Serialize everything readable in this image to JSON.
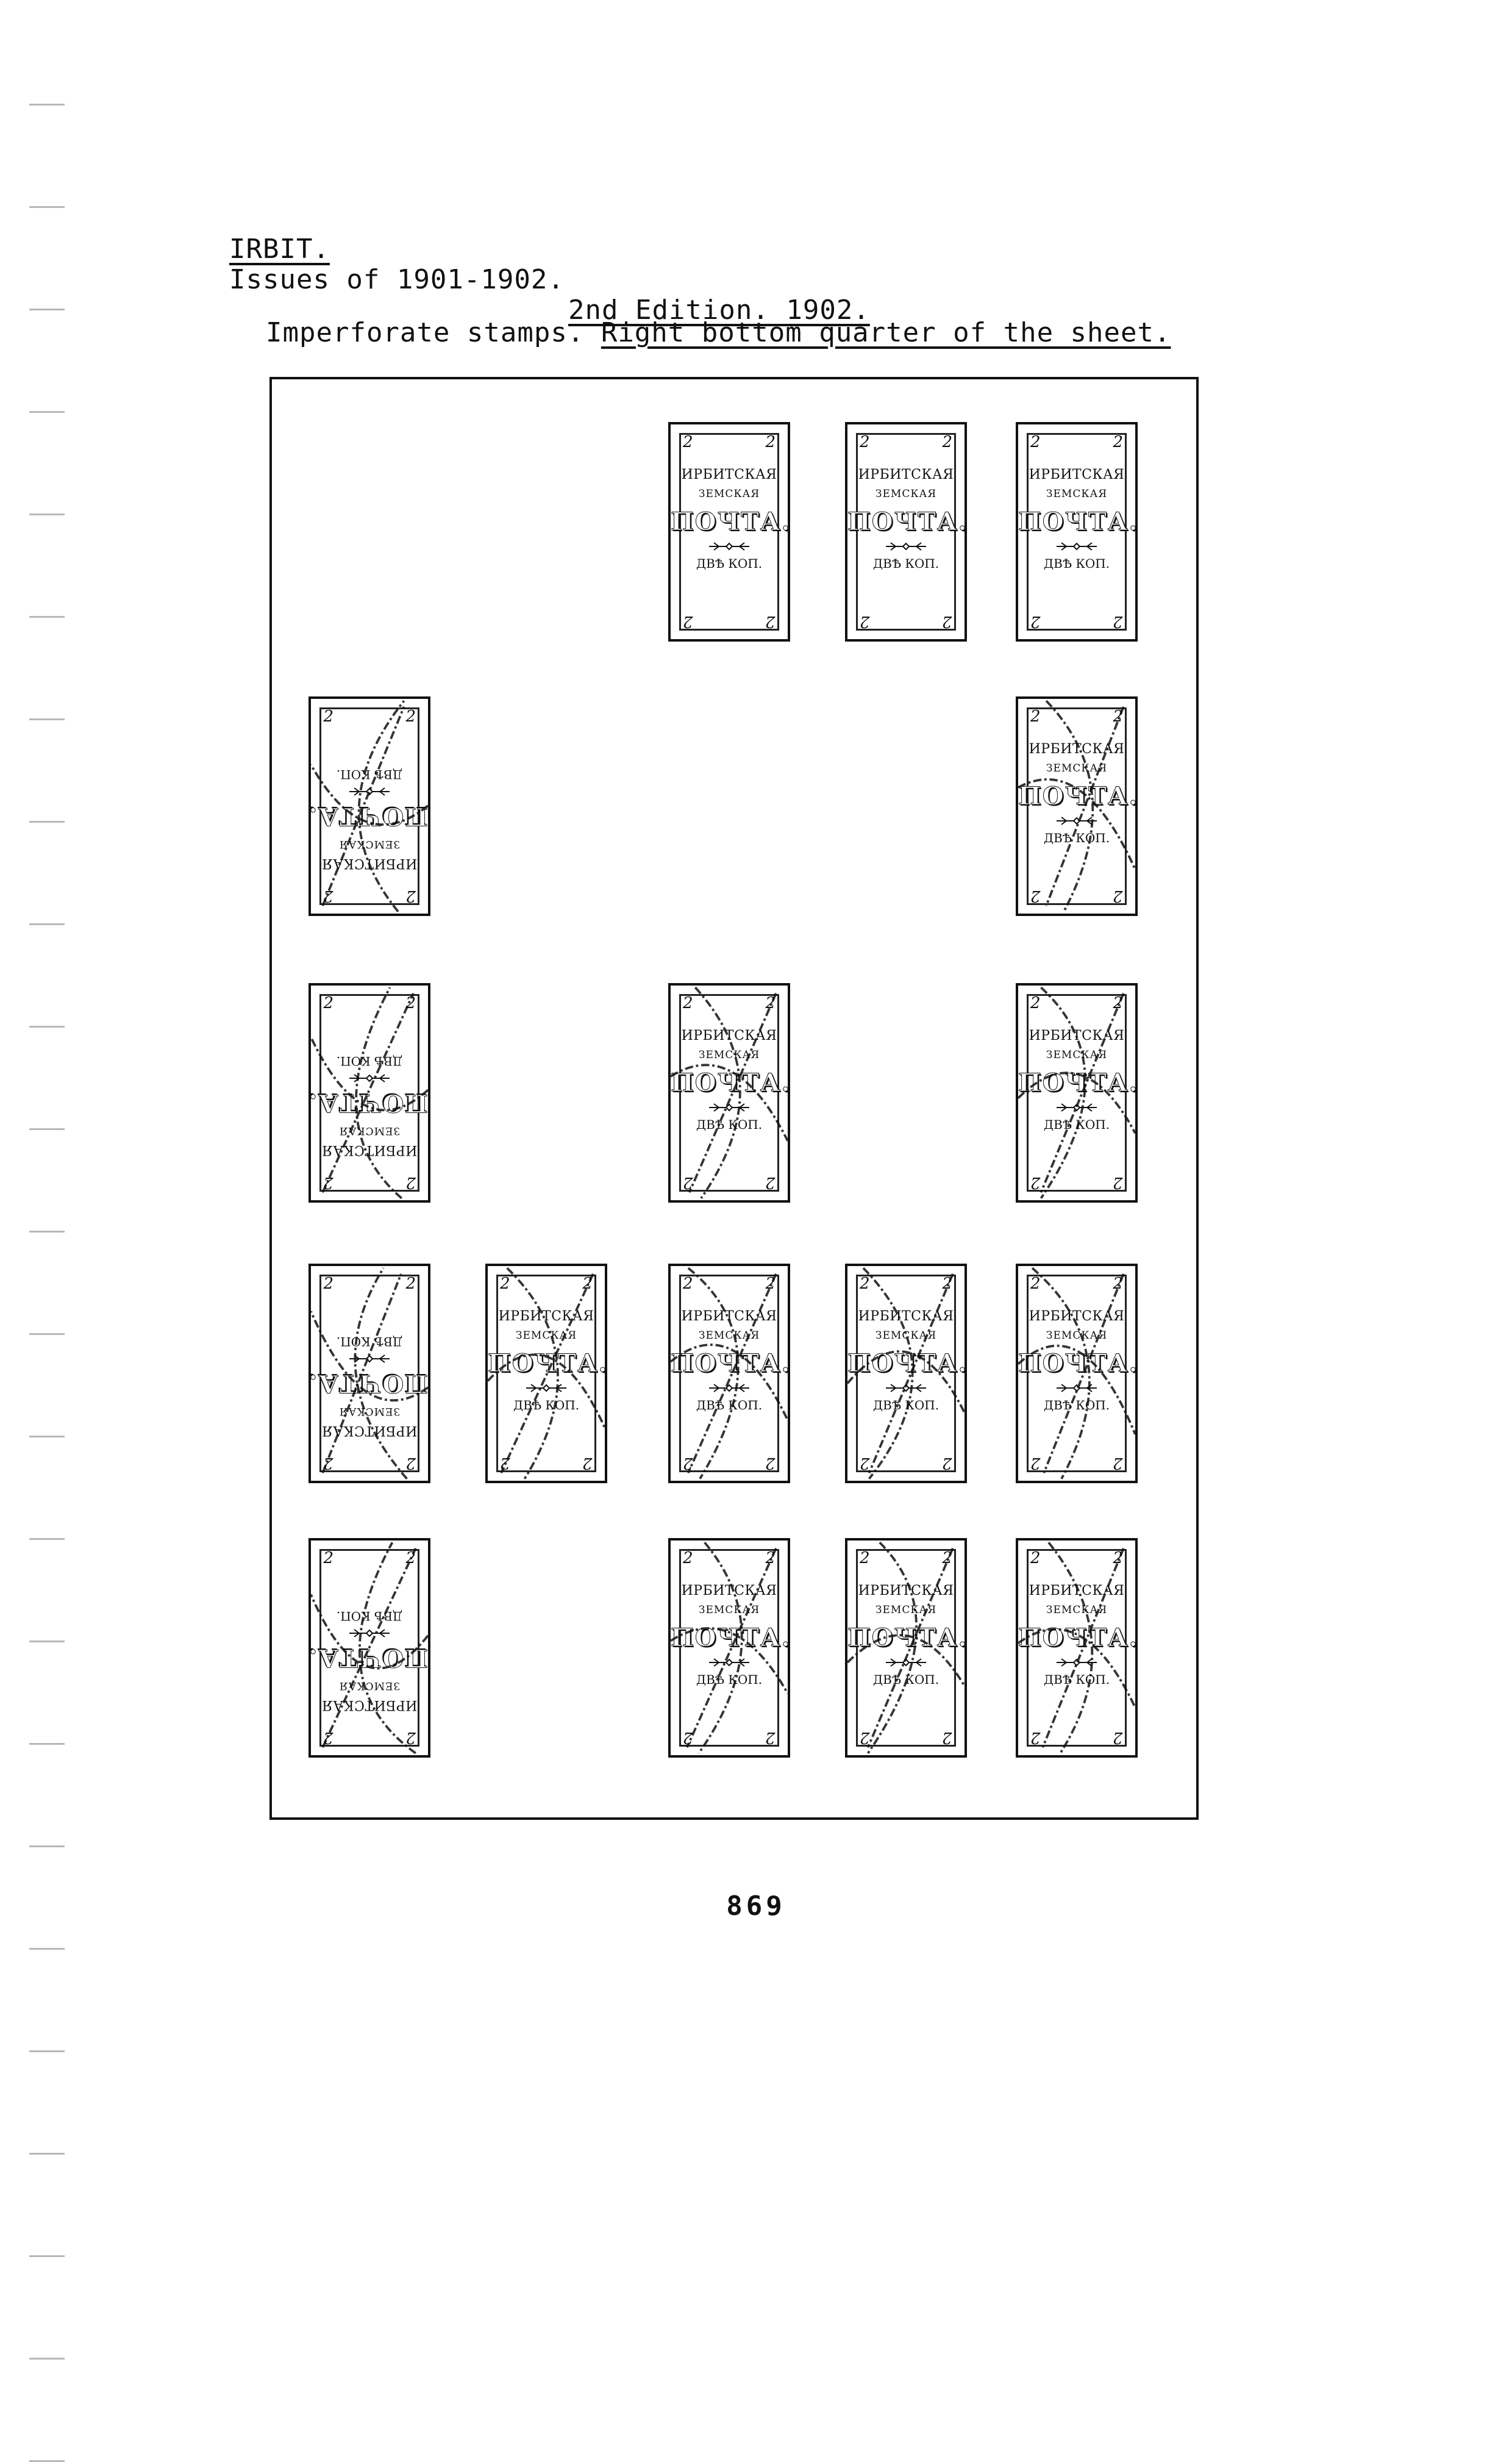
{
  "header": {
    "place": "IRBIT.",
    "issues": "Issues of 1901-1902.",
    "edition": "2nd Edition.  1902.",
    "description_plain": "Imperforate stamps.",
    "description_underlined": "Right bottom quarter of the sheet."
  },
  "stamp_text": {
    "line1": "ИРБИТСКАЯ",
    "line2": "ЗЕМСКАЯ",
    "line3": "ПОЧТА.",
    "value": "ДВѢ КОП.",
    "corner": "2"
  },
  "stamps": [
    {
      "id": "r1c3",
      "inverted": false,
      "cancelled": false
    },
    {
      "id": "r1c4",
      "inverted": false,
      "cancelled": false
    },
    {
      "id": "r1c5",
      "inverted": false,
      "cancelled": false
    },
    {
      "id": "r2c1",
      "inverted": true,
      "cancelled": true
    },
    {
      "id": "r2c5",
      "inverted": false,
      "cancelled": true
    },
    {
      "id": "r3c1",
      "inverted": true,
      "cancelled": true
    },
    {
      "id": "r3c3",
      "inverted": false,
      "cancelled": true
    },
    {
      "id": "r3c5",
      "inverted": false,
      "cancelled": true
    },
    {
      "id": "r4c1",
      "inverted": true,
      "cancelled": true
    },
    {
      "id": "r4c2",
      "inverted": false,
      "cancelled": true
    },
    {
      "id": "r4c3",
      "inverted": false,
      "cancelled": true
    },
    {
      "id": "r4c4",
      "inverted": false,
      "cancelled": true
    },
    {
      "id": "r4c5",
      "inverted": false,
      "cancelled": true
    },
    {
      "id": "r5c1",
      "inverted": true,
      "cancelled": true
    },
    {
      "id": "r5c3",
      "inverted": false,
      "cancelled": true
    },
    {
      "id": "r5c4",
      "inverted": false,
      "cancelled": true
    },
    {
      "id": "r5c5",
      "inverted": false,
      "cancelled": true
    }
  ],
  "page_number": "869"
}
